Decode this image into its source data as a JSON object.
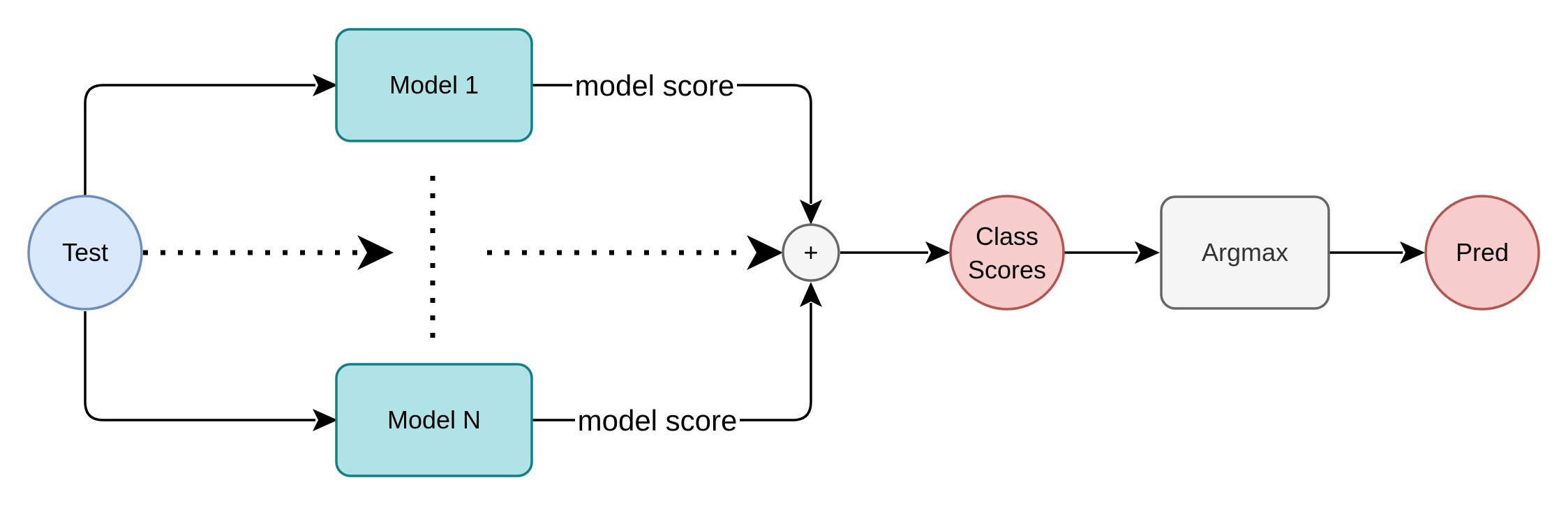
{
  "colors": {
    "test_fill": "#dae8fc",
    "test_stroke": "#6c8ebf",
    "model_fill": "#b0e3e6",
    "model_stroke": "#0e8088",
    "score_fill": "#f8cecc",
    "score_stroke": "#b85450",
    "argmax_fill": "#f5f5f5",
    "argmax_stroke": "#666666",
    "edge": "#000000"
  },
  "nodes": {
    "test": "Test",
    "model_1": "Model 1",
    "model_n": "Model N",
    "sum": "+",
    "class_scores_line1": "Class",
    "class_scores_line2": "Scores",
    "argmax": "Argmax",
    "pred": "Pred"
  },
  "edges": {
    "model_1_score": "model score",
    "model_n_score": "model score"
  }
}
